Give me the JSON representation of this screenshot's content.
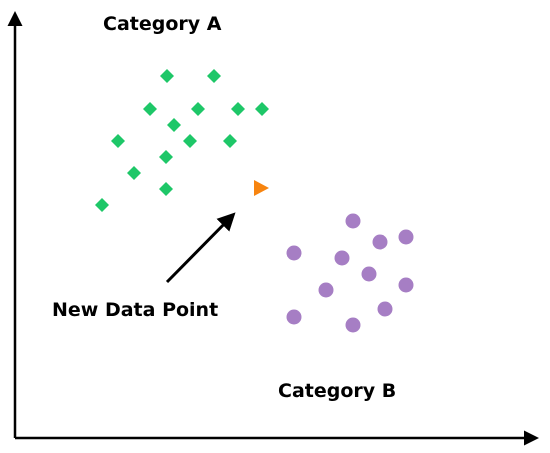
{
  "labels": {
    "category_a": "Category A",
    "category_b": "Category B",
    "new_point": "New Data Point"
  },
  "colors": {
    "category_a": "#1ec768",
    "category_b": "#a67ec4",
    "new_point": "#f7840f",
    "axes": "#000000"
  },
  "chart_data": {
    "type": "scatter",
    "xlabel": "",
    "ylabel": "",
    "series": [
      {
        "name": "Category A",
        "marker": "diamond",
        "points": [
          [
            167,
            76
          ],
          [
            214,
            76
          ],
          [
            150,
            109
          ],
          [
            198,
            109
          ],
          [
            238,
            109
          ],
          [
            262,
            109
          ],
          [
            174,
            125
          ],
          [
            118,
            141
          ],
          [
            190,
            141
          ],
          [
            230,
            141
          ],
          [
            166,
            157
          ],
          [
            134,
            173
          ],
          [
            166,
            189
          ],
          [
            102,
            205
          ]
        ]
      },
      {
        "name": "Category B",
        "marker": "circle",
        "points": [
          [
            353,
            221
          ],
          [
            380,
            242
          ],
          [
            406,
            237
          ],
          [
            294,
            253
          ],
          [
            342,
            258
          ],
          [
            369,
            274
          ],
          [
            326,
            290
          ],
          [
            406,
            285
          ],
          [
            385,
            309
          ],
          [
            294,
            317
          ],
          [
            353,
            325
          ]
        ]
      },
      {
        "name": "New Data Point",
        "marker": "triangle",
        "points": [
          [
            260,
            188
          ]
        ]
      }
    ]
  }
}
